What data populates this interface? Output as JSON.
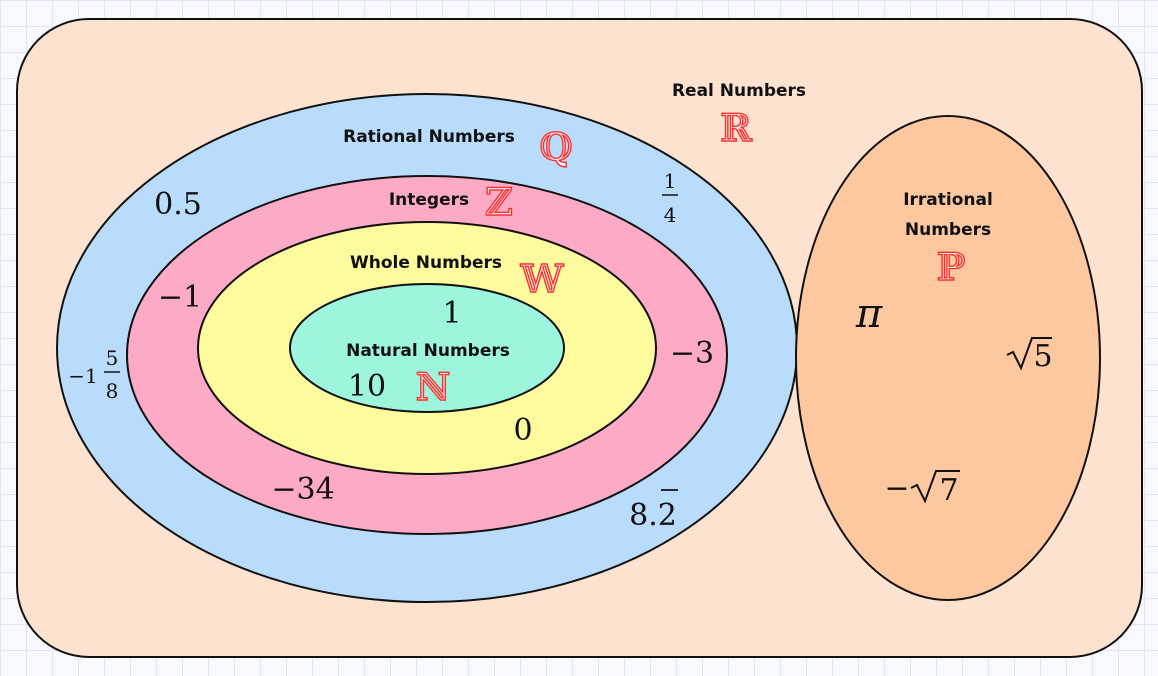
{
  "sets": {
    "real": {
      "label": "Real Numbers",
      "symbol": "ℝ",
      "fill": "#fde3cf"
    },
    "rational": {
      "label": "Rational Numbers",
      "symbol": "ℚ",
      "fill": "#b9dcfc"
    },
    "integers": {
      "label": "Integers",
      "symbol": "ℤ",
      "fill": "#fdaac6"
    },
    "whole": {
      "label": "Whole Numbers",
      "symbol": "𝕎",
      "fill": "#fdfb9d"
    },
    "natural": {
      "label": "Natural Numbers",
      "symbol": "ℕ",
      "fill": "#9cf5dc"
    },
    "irrational": {
      "label_line1": "Irrational",
      "label_line2": "Numbers",
      "symbol": "ℙ",
      "fill": "#fdc8a0"
    }
  },
  "examples": {
    "rational_1": "0.5",
    "rational_2_num": "1",
    "rational_2_den": "4",
    "rational_3_whole": "−1",
    "rational_3_num": "5",
    "rational_3_den": "8",
    "rational_4": "8.2",
    "integer_1": "−1",
    "integer_2": "−3",
    "integer_3": "−34",
    "whole_1": "0",
    "natural_1": "1",
    "natural_2": "10",
    "irrational_1": "π",
    "irrational_2_radicand": "5",
    "irrational_3_sign": "−",
    "irrational_3_radicand": "7"
  },
  "colors": {
    "outline": "#111111",
    "symbol_red": "#ff2a2a"
  }
}
